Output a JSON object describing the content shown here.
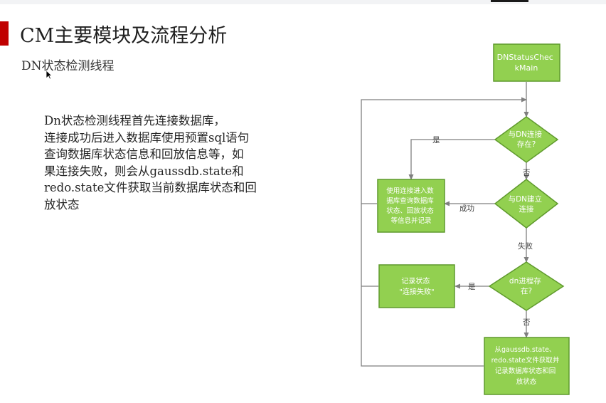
{
  "slide": {
    "title": "CM主要模块及流程分析",
    "subtitle": "DN状态检测线程",
    "body_lines": [
      "Dn状态检测线程首先连接数据库，",
      "连接成功后进入数据库使用预置sql语句",
      "查询数据库状态信息和回放信息等，如",
      "果连接失败，则会从gaussdb.state和",
      "redo.state文件获取当前数据库状态和回",
      "放状态"
    ]
  },
  "flowchart": {
    "start": [
      "DNStatusChec",
      "kMain"
    ],
    "decision_connection_exists": [
      "与DN连接",
      "存在?"
    ],
    "decision_establish_connection": [
      "与DN建立",
      "连接"
    ],
    "decision_process_exists": [
      "dn进程存",
      "在?"
    ],
    "box_query_status": [
      "使用连接进入数",
      "据库查询数据库",
      "状态、回放状态",
      "等信息并记录"
    ],
    "box_record_failure": [
      "记录状态",
      "\"连接失败\""
    ],
    "box_read_files": [
      "从gaussdb.state、",
      "redo.state文件获取并",
      "记录数据库状态和回",
      "放状态"
    ],
    "labels": {
      "yes_1": "是",
      "no_1": "否",
      "success": "成功",
      "fail": "失败",
      "yes_2": "是",
      "no_2": "否"
    }
  },
  "colors": {
    "accent_red": "#c00000",
    "shape_fill": "#92d050",
    "shape_stroke": "#5f9a2d",
    "connector": "#7f7f7f"
  }
}
